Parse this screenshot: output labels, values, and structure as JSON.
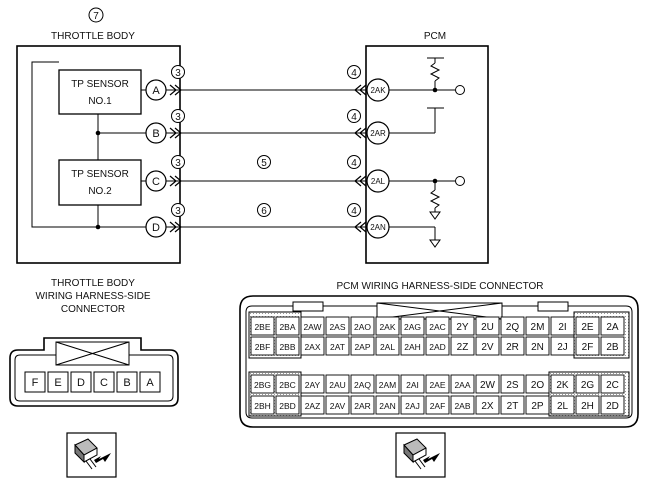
{
  "throttle_body": {
    "ref_number": "7",
    "title": "THROTTLE BODY",
    "sensors": [
      {
        "line1": "TP SENSOR",
        "line2": "NO.1"
      },
      {
        "line1": "TP SENSOR",
        "line2": "NO.2"
      }
    ],
    "terminals": [
      "A",
      "B",
      "C",
      "D"
    ]
  },
  "pcm": {
    "title": "PCM",
    "terminals": [
      "2AK",
      "2AR",
      "2AL",
      "2AN"
    ]
  },
  "wire_callouts": {
    "tb_side": [
      "3",
      "3",
      "3",
      "3"
    ],
    "pcm_side": [
      "4",
      "4",
      "4",
      "4"
    ],
    "mid": [
      "5",
      "6"
    ]
  },
  "tb_connector": {
    "title_lines": [
      "THROTTLE BODY",
      "WIRING HARNESS-SIDE",
      "CONNECTOR"
    ],
    "pins": [
      "F",
      "E",
      "D",
      "C",
      "B",
      "A"
    ]
  },
  "pcm_connector": {
    "title": "PCM WIRING HARNESS-SIDE CONNECTOR",
    "row1": [
      "2BE",
      "2BA",
      "2AW",
      "2AS",
      "2AO",
      "2AK",
      "2AG",
      "2AC",
      "2Y",
      "2U",
      "2Q",
      "2M",
      "2I",
      "2E",
      "2A"
    ],
    "row2": [
      "2BF",
      "2BB",
      "2AX",
      "2AT",
      "2AP",
      "2AL",
      "2AH",
      "2AD",
      "2Z",
      "2V",
      "2R",
      "2N",
      "2J",
      "2F",
      "2B"
    ],
    "row3": [
      "2BG",
      "2BC",
      "2AY",
      "2AU",
      "2AQ",
      "2AM",
      "2AI",
      "2AE",
      "2AA",
      "2W",
      "2S",
      "2O",
      "2K",
      "2G",
      "2C"
    ],
    "row4": [
      "2BH",
      "2BD",
      "2AZ",
      "2AV",
      "2AR",
      "2AN",
      "2AJ",
      "2AF",
      "2AB",
      "2X",
      "2T",
      "2P",
      "2L",
      "2H",
      "2D"
    ]
  },
  "icons": [
    "connector-plug-icon",
    "connector-plug-icon"
  ]
}
